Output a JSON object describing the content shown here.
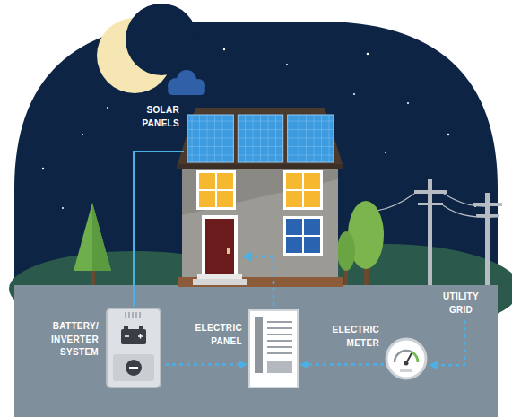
{
  "diagram": {
    "nodes": [
      {
        "text": [
          "SOLAR PANELS"
        ]
      },
      {
        "text": [
          "BATTERY/ INVERTER SYSTEM"
        ]
      },
      {
        "text": [
          "ELECTRIC PANEL"
        ]
      },
      {
        "text": [
          "ELECTRIC METER"
        ]
      },
      {
        "text": [
          "UTILITY GRID"
        ]
      }
    ],
    "edges": [
      {
        "from": 0,
        "to": 1,
        "arrow": "none"
      },
      {
        "from": 1,
        "to": 2,
        "arrow": "to"
      },
      {
        "from": 3,
        "to": 2,
        "arrow": "to"
      },
      {
        "from": 4,
        "to": 3,
        "arrow": "to"
      }
    ]
  }
}
